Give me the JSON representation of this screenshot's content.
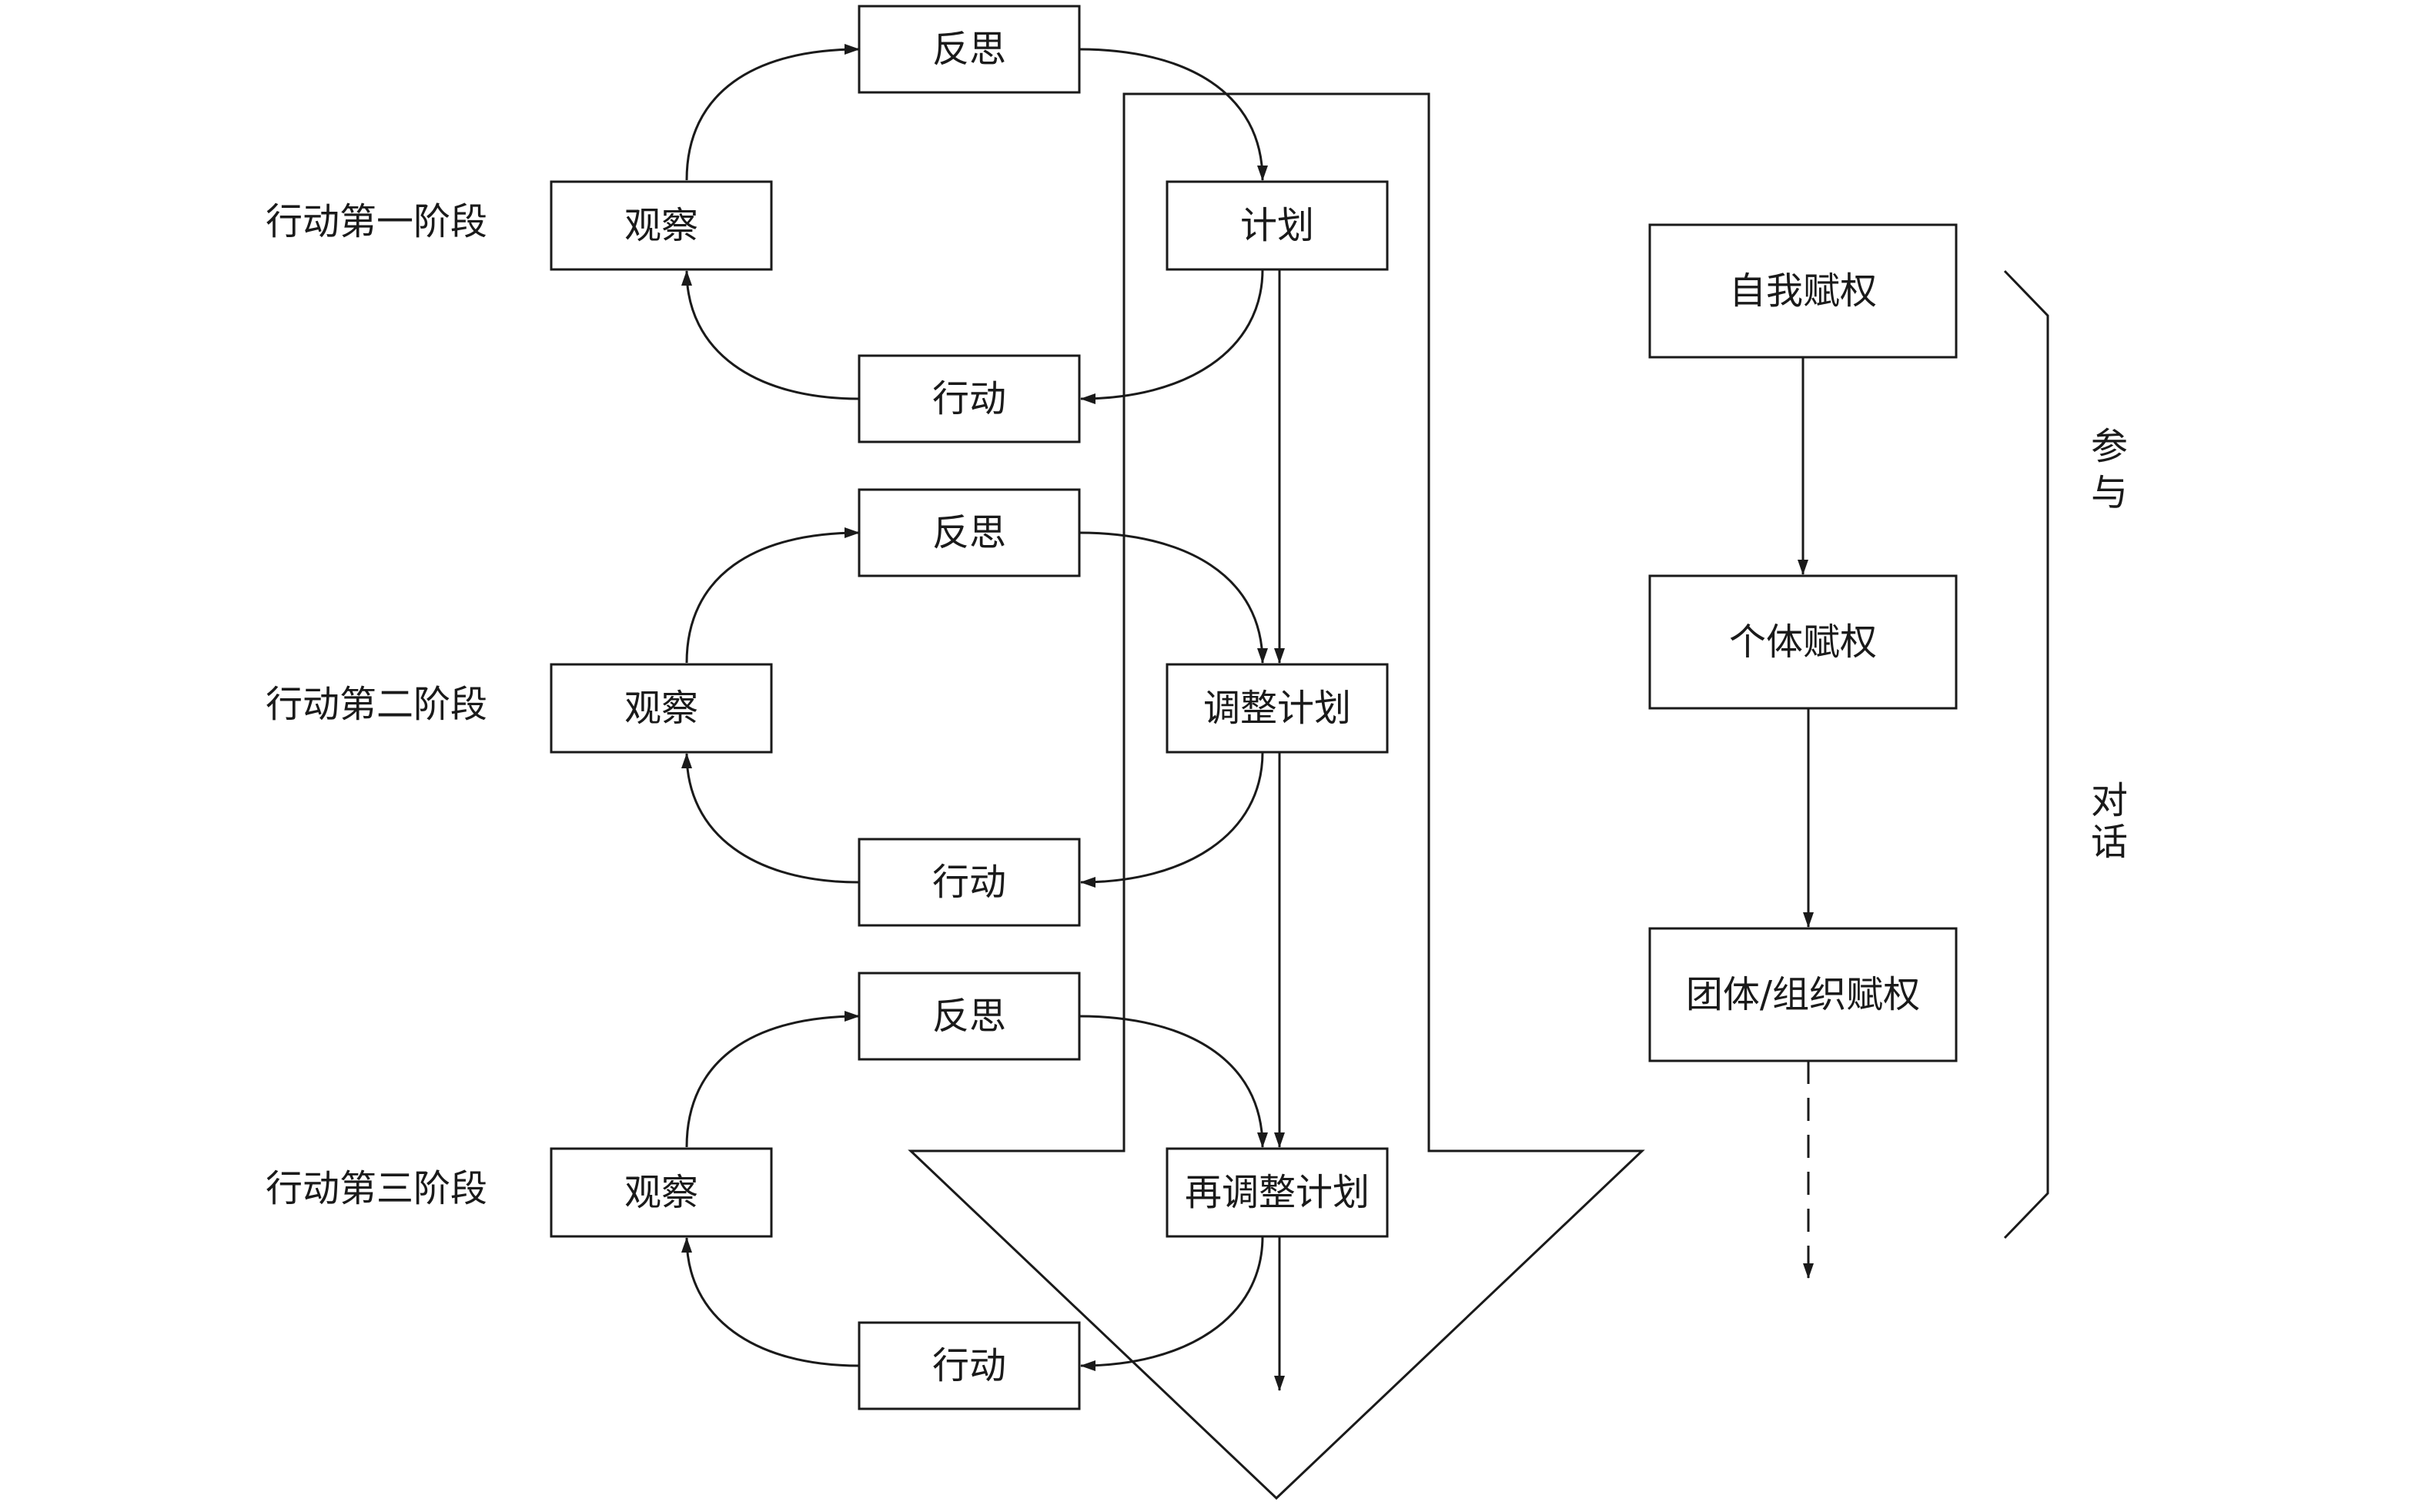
{
  "stages": [
    {
      "label": "行动第一阶段",
      "observe": "观察",
      "reflect": "反思",
      "act": "行动",
      "plan": "计划"
    },
    {
      "label": "行动第二阶段",
      "observe": "观察",
      "reflect": "反思",
      "act": "行动",
      "plan": "调整计划"
    },
    {
      "label": "行动第三阶段",
      "observe": "观察",
      "reflect": "反思",
      "act": "行动",
      "plan": "再调整计划"
    }
  ],
  "empowerment": [
    "自我赋权",
    "个体赋权",
    "团体/组织赋权"
  ],
  "side_labels": {
    "participation": [
      "参",
      "与"
    ],
    "dialogue": [
      "对",
      "话"
    ]
  }
}
